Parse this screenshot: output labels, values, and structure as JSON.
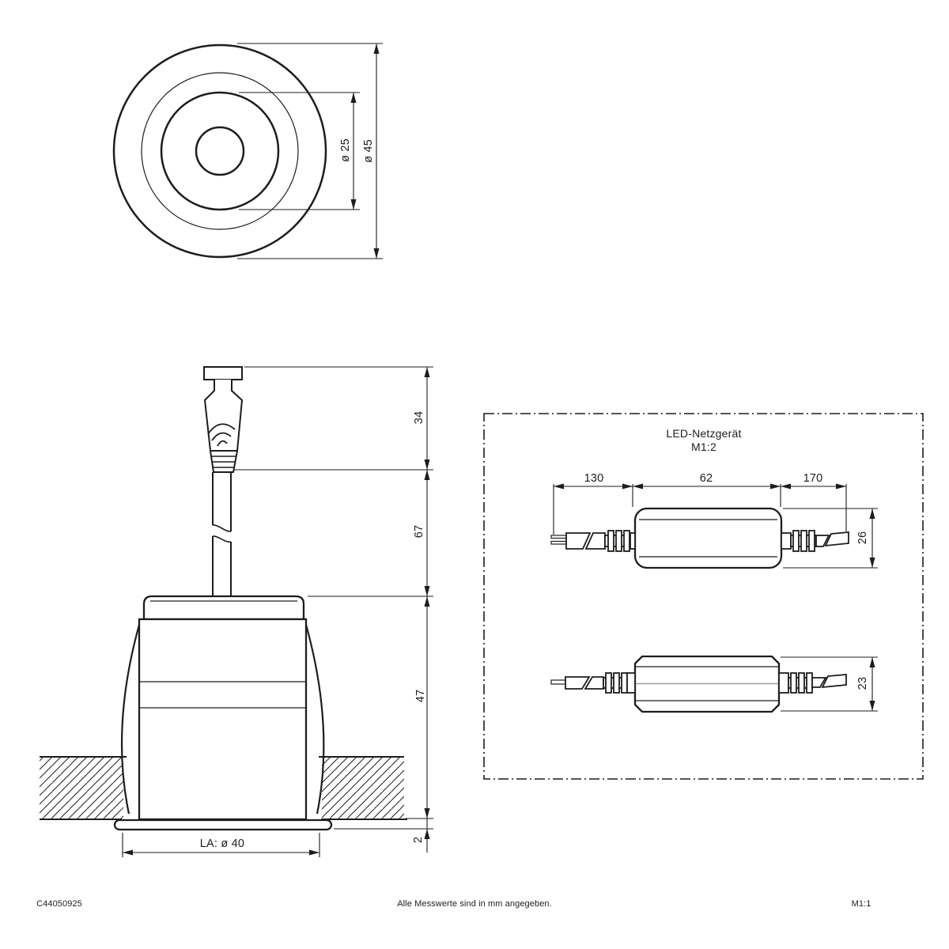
{
  "document": {
    "type": "technical-dimension-drawing",
    "footer": {
      "article": "C44050925",
      "note": "Alle Messwerte sind in mm angegeben.",
      "scale": "M1:1"
    }
  },
  "top_view": {
    "dia_inner": "ø 25",
    "dia_outer": "ø 45"
  },
  "side_view": {
    "plug_height": "34",
    "cable_length": "67",
    "housing_height": "47",
    "flange_height": "2",
    "cutout": "LA: ø 40"
  },
  "psu": {
    "title": "LED-Netzgerät",
    "scale": "M1:2",
    "len_left_cable": "130",
    "len_body": "62",
    "len_right_cable": "170",
    "height_top_view": "26",
    "height_side_view": "23"
  },
  "colors": {
    "line": "#1d1d1b",
    "secondary_line": "#9d9d9c",
    "background": "#ffffff"
  }
}
